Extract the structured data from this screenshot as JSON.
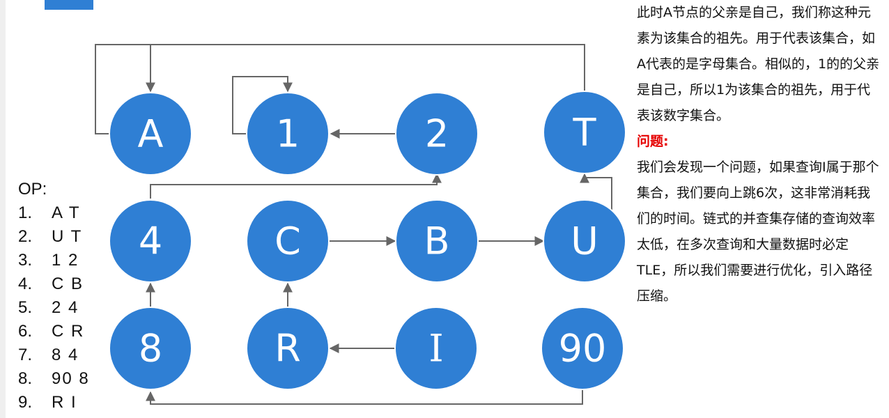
{
  "header": {
    "badge_text": "",
    "title": ""
  },
  "ops": {
    "title": "OP:",
    "items": [
      {
        "num": "1.",
        "pair": "A T"
      },
      {
        "num": "2.",
        "pair": "U T"
      },
      {
        "num": "3.",
        "pair": "1 2"
      },
      {
        "num": "4.",
        "pair": "C B"
      },
      {
        "num": "5.",
        "pair": "2 4"
      },
      {
        "num": "6.",
        "pair": "C R"
      },
      {
        "num": "7.",
        "pair": "8 4"
      },
      {
        "num": "8.",
        "pair": "90 8"
      },
      {
        "num": "9.",
        "pair": "R I"
      }
    ]
  },
  "nodes": {
    "A": "A",
    "n1": "1",
    "n2": "2",
    "T": "T",
    "n4": "4",
    "C": "C",
    "B": "B",
    "U": "U",
    "n8": "8",
    "R": "R",
    "I": "I",
    "n90": "90"
  },
  "colors": {
    "node_fill": "#2f7fd4",
    "edge": "#666666",
    "problem_title": "#e60000"
  },
  "explanation": {
    "para1": "此时A节点的父亲是自己，我们称这种元素为该集合的祖先。用于代表该集合，如A代表的是字母集合。相似的，1的的父亲是自己，所以1为该集合的祖先，用于代表该数字集合。",
    "problem_title": "问题:",
    "para2": "我们会发现一个问题，如果查询I属于那个集合，我们要向上跳6次，这非常消耗我们的时间。链式的并查集存储的查询效率太低，在多次查询和大量数据时必定TLE，所以我们需要进行优化，引入路径压缩。"
  }
}
